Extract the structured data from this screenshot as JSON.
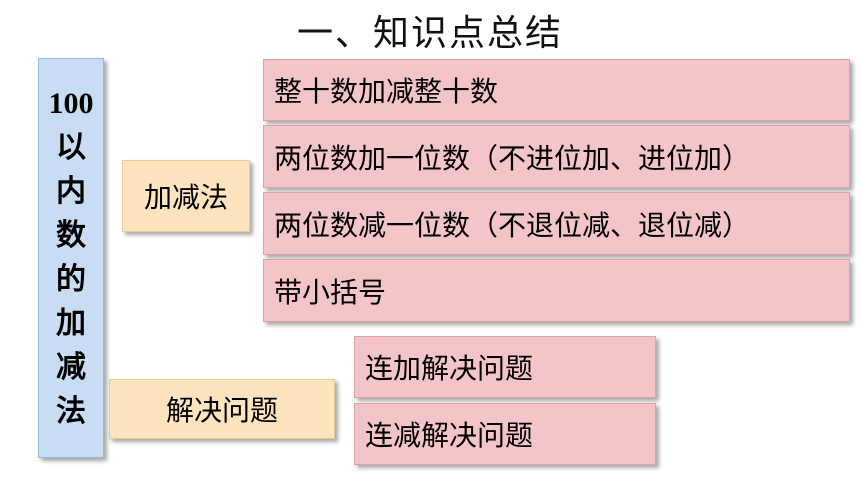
{
  "title": "一、知识点总结",
  "root": {
    "lines": [
      "100",
      "以",
      "内",
      "数",
      "的",
      "加",
      "减",
      "法"
    ]
  },
  "categories": [
    {
      "label": "加减法",
      "items": [
        "整十数加减整十数",
        "两位数加一位数（不进位加、进位加）",
        "两位数减一位数（不退位减、退位减）",
        "带小括号"
      ]
    },
    {
      "label": "解决问题",
      "items": [
        "连加解决问题",
        "连减解决问题"
      ]
    }
  ],
  "colors": {
    "root_fill": "#c8dcf4",
    "category_fill": "#fde4bf",
    "leaf_fill": "#f3c4c8"
  }
}
